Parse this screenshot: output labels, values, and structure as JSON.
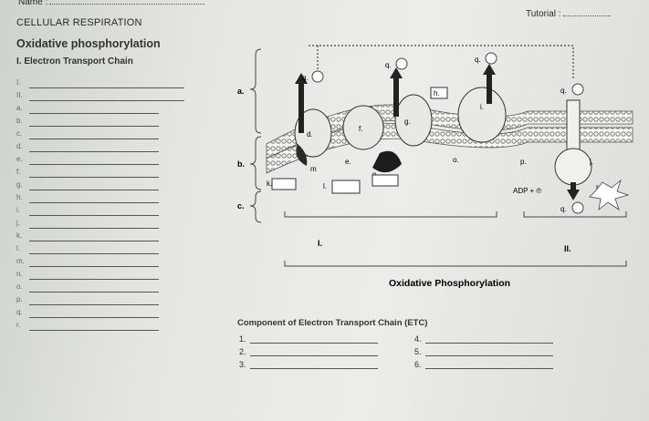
{
  "header": {
    "name_label": "Name :",
    "tutorial_label": "Tutorial :"
  },
  "titles": {
    "heading": "CELLULAR RESPIRATION",
    "subheading": "Oxidative phosphorylation",
    "section": "I. Electron Transport Chain"
  },
  "answer_lines": [
    "I.",
    "II.",
    "a.",
    "b.",
    "c.",
    "d.",
    "e.",
    "f.",
    "g.",
    "h.",
    "i.",
    "j.",
    "k.",
    "l.",
    "m.",
    "n.",
    "o.",
    "p.",
    "q.",
    "r."
  ],
  "diagram": {
    "side_labels": [
      "a.",
      "b.",
      "c."
    ],
    "q_labels": [
      "q.",
      "q.",
      "q.",
      "q.",
      "q."
    ],
    "letters": {
      "d": "d.",
      "e": "e.",
      "f": "f.",
      "g": "g.",
      "h": "h.",
      "i": "i.",
      "j": "j.",
      "k": "k.",
      "l": "l.",
      "m": "m",
      "n": "n",
      "o": "o.",
      "p": "p.",
      "r": "r."
    },
    "adp_label": "ADP + ℗",
    "group_one": "I.",
    "group_two": "II.",
    "caption": "Oxidative Phosphorylation"
  },
  "components": {
    "title": "Component of Electron Transport Chain (ETC)",
    "items": [
      "1.",
      "2.",
      "3.",
      "4.",
      "5.",
      "6."
    ]
  }
}
